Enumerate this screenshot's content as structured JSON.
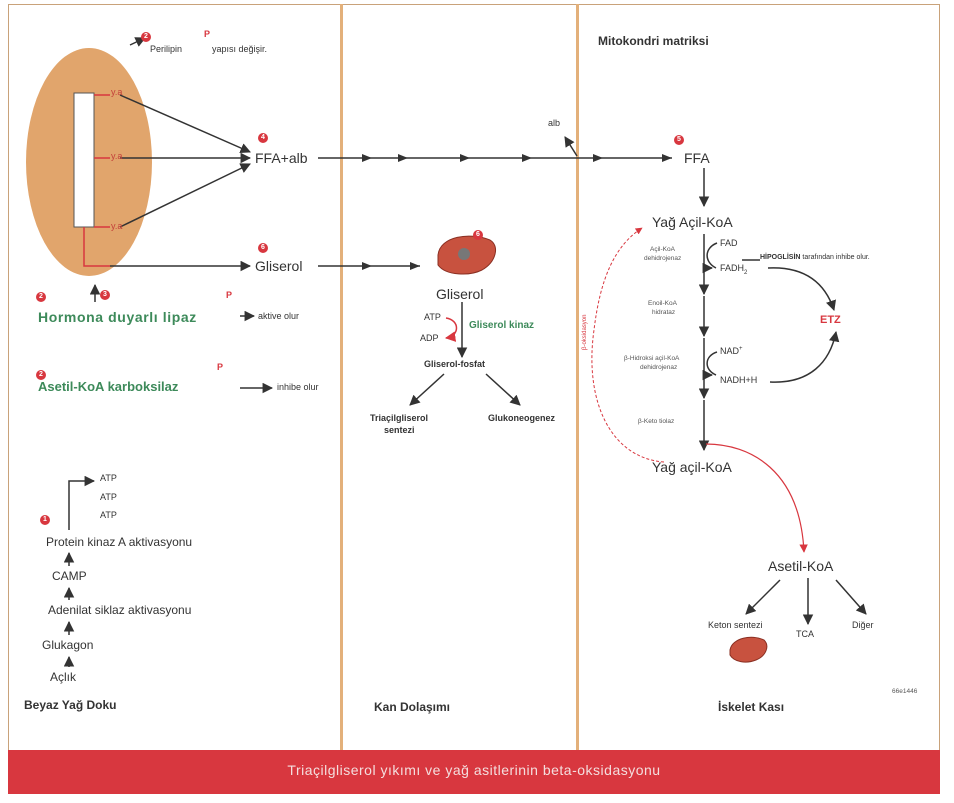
{
  "columns": {
    "adipose": "Beyaz Yağ Doku",
    "blood": "Kan Dolaşımı",
    "muscle": "İskelet Kası",
    "mito": "Mitokondri matriksi"
  },
  "adipose": {
    "fa_label": "y.a",
    "perilipin": "Perilipin",
    "perilipin_effect": "yapısı değişir.",
    "hsl": "Hormona duyarlı lipaz",
    "hsl_effect": "aktive olur",
    "acc": "Asetil-KoA karboksilaz",
    "acc_effect": "inhibe olur",
    "p_label": "P",
    "cascade": [
      "Açlık",
      "Glukagon",
      "Adenilat siklaz aktivasyonu",
      "CAMP",
      "Protein kinaz A aktivasyonu"
    ],
    "atp": "ATP"
  },
  "blood": {
    "ffa_alb": "FFA+alb",
    "glycerol": "Gliserol",
    "liver_glycerol": "Gliserol",
    "atp": "ATP",
    "adp": "ADP",
    "kinase": "Gliserol kinaz",
    "g3p": "Gliserol-fosfat",
    "tg_synth_1": "Triaçilgliserol",
    "tg_synth_2": "sentezi",
    "gluconeo": "Glukoneogenez"
  },
  "muscle": {
    "alb": "alb",
    "ffa": "FFA",
    "acyl_coa": "Yağ Açil-KoA",
    "acyl_coa_end": "Yağ açil-KoA",
    "enz1_1": "Açil-KoA",
    "enz1_2": "dehidrojenaz",
    "fad": "FAD",
    "fadh2": "FADH",
    "fadh2_sub": "2",
    "hypo_1": "HİPOGLİSİN",
    "hypo_2": "tarafından inhibe olur.",
    "enz2_1": "Enoil-KoA",
    "enz2_2": "hidrataz",
    "etz": "ETZ",
    "enz3_1": "β-Hidroksi açil-KoA",
    "enz3_2": "dehidrojenaz",
    "nad": "NAD",
    "nad_sup": "+",
    "nadh": "NADH+H",
    "enz4": "β-Keto tiolaz",
    "beta_ox": "β-oksidasyon",
    "acetyl_coa": "Asetil-KoA",
    "ketone": "Keton sentezi",
    "tca": "TCA",
    "other": "Diğer",
    "code": "66e1446"
  },
  "badges": [
    "1",
    "2",
    "3",
    "4",
    "5",
    "6"
  ],
  "footer": "Triaçilgliserol yıkımı ve yağ asitlerinin beta-oksidasyonu",
  "colors": {
    "accent": "#d8373f",
    "green": "#3d8a5a",
    "fat": "#e1a56c",
    "divider": "#e3b07a"
  }
}
